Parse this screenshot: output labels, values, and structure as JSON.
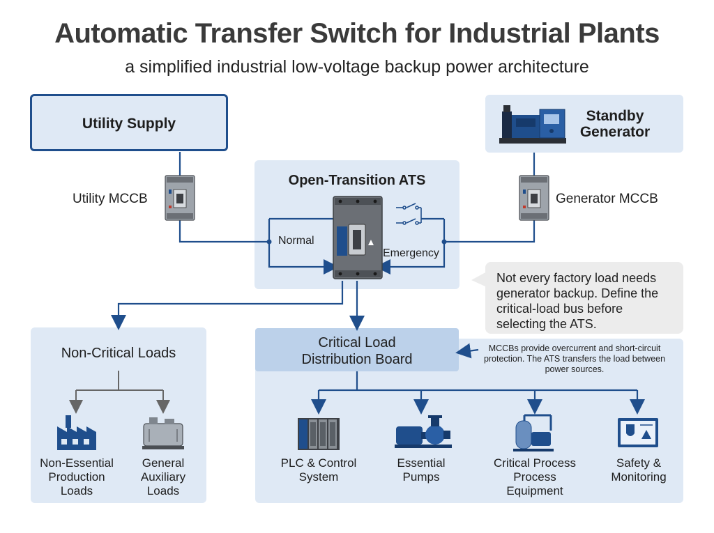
{
  "header": {
    "title": "Automatic Transfer Switch for Industrial Plants",
    "subtitle": "a simplified industrial low-voltage backup power architecture"
  },
  "sources": {
    "utility": "Utility Supply",
    "generator_line1": "Standby",
    "generator_line2": "Generator"
  },
  "breakers": {
    "utility": "Utility MCCB",
    "generator": "Generator MCCB"
  },
  "ats": {
    "title": "Open-Transition ATS",
    "normal": "Normal",
    "emergency": "Emergency"
  },
  "notes": {
    "callout": "Not every factory load needs generator backup. Define the critical-load bus before selecting the ATS.",
    "mccb": "MCCBs provide overcurrent and short-circuit protection. The ATS transfers the load between power sources."
  },
  "non_critical": {
    "title": "Non-Critical Loads",
    "production_line1": "Non-Essential",
    "production_line2": "Production",
    "production_line3": "Loads",
    "auxiliary_line1": "General",
    "auxiliary_line2": "Auxiliary",
    "auxiliary_line3": "Loads"
  },
  "critical": {
    "title_line1": "Critical Load",
    "title_line2": "Distribution Board",
    "plc_line1": "PLC & Control",
    "plc_line2": "System",
    "pumps_line1": "Essential",
    "pumps_line2": "Pumps",
    "process_line1": "Critical Process",
    "process_line2": "Process",
    "process_line3": "Equipment",
    "safety_line1": "Safety &",
    "safety_line2": "Monitoring"
  },
  "colors": {
    "wire": "#1f4e8c",
    "panel": "#dfe9f5",
    "accent": "#1f4e8c",
    "header_box": "#bcd1ea"
  }
}
